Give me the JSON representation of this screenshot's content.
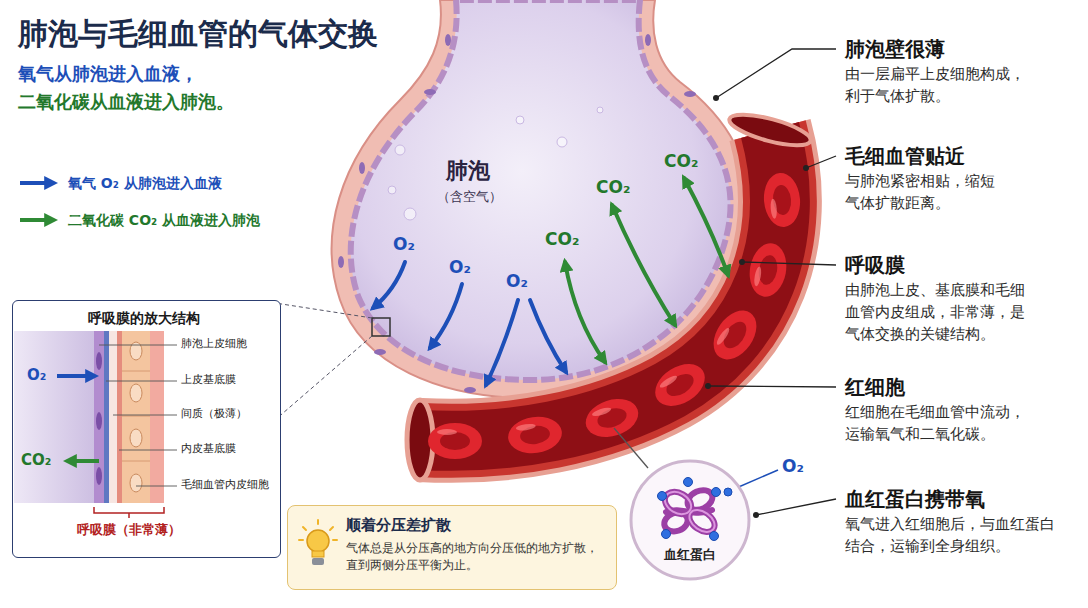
{
  "diagram": {
    "title": "肺泡与毛细血管的气体交换",
    "nodes": [
      {
        "text": [
          "呼吸膜的放大结构",
          "O₂",
          "CO₂",
          "肺泡上皮细胞",
          "上皮基底膜",
          "间质（极薄）",
          "内皮基底膜",
          "毛细血管内皮细胞",
          "呼吸膜（非常薄）"
        ]
      },
      {
        "text": [
          "顺着分压差扩散",
          "气体总是从分压高的地方向分压低的地方扩散，直到两侧分压平衡为止。"
        ]
      },
      {
        "text": [
          "血红蛋白"
        ]
      }
    ],
    "labels": [
      "氧气从肺泡进入血液，",
      "二氧化碳从血液进入肺泡。",
      "肺泡",
      "（含空气）",
      "O₂",
      "O₂",
      "O₂",
      "CO₂",
      "CO₂",
      "CO₂",
      "肺泡壁很薄",
      "由一层扁平上皮细胞构成，利于气体扩散。",
      "毛细血管贴近",
      "与肺泡紧密相贴，缩短气体扩散距离。",
      "呼吸膜",
      "由肺泡上皮、基底膜和毛细血管内皮组成，非常薄，是气体交换的关键结构。",
      "红细胞",
      "红细胞在毛细血管中流动，运输氧气和二氧化碳。",
      "血红蛋白携带氧",
      "氧气进入红细胞后，与血红蛋白结合，运输到全身组织。",
      "O₂"
    ],
    "legend": [
      {
        "text": "氧气 O₂ 从肺泡进入血液"
      },
      {
        "text": "二氧化碳 CO₂ 从血液进入肺泡"
      }
    ]
  }
}
